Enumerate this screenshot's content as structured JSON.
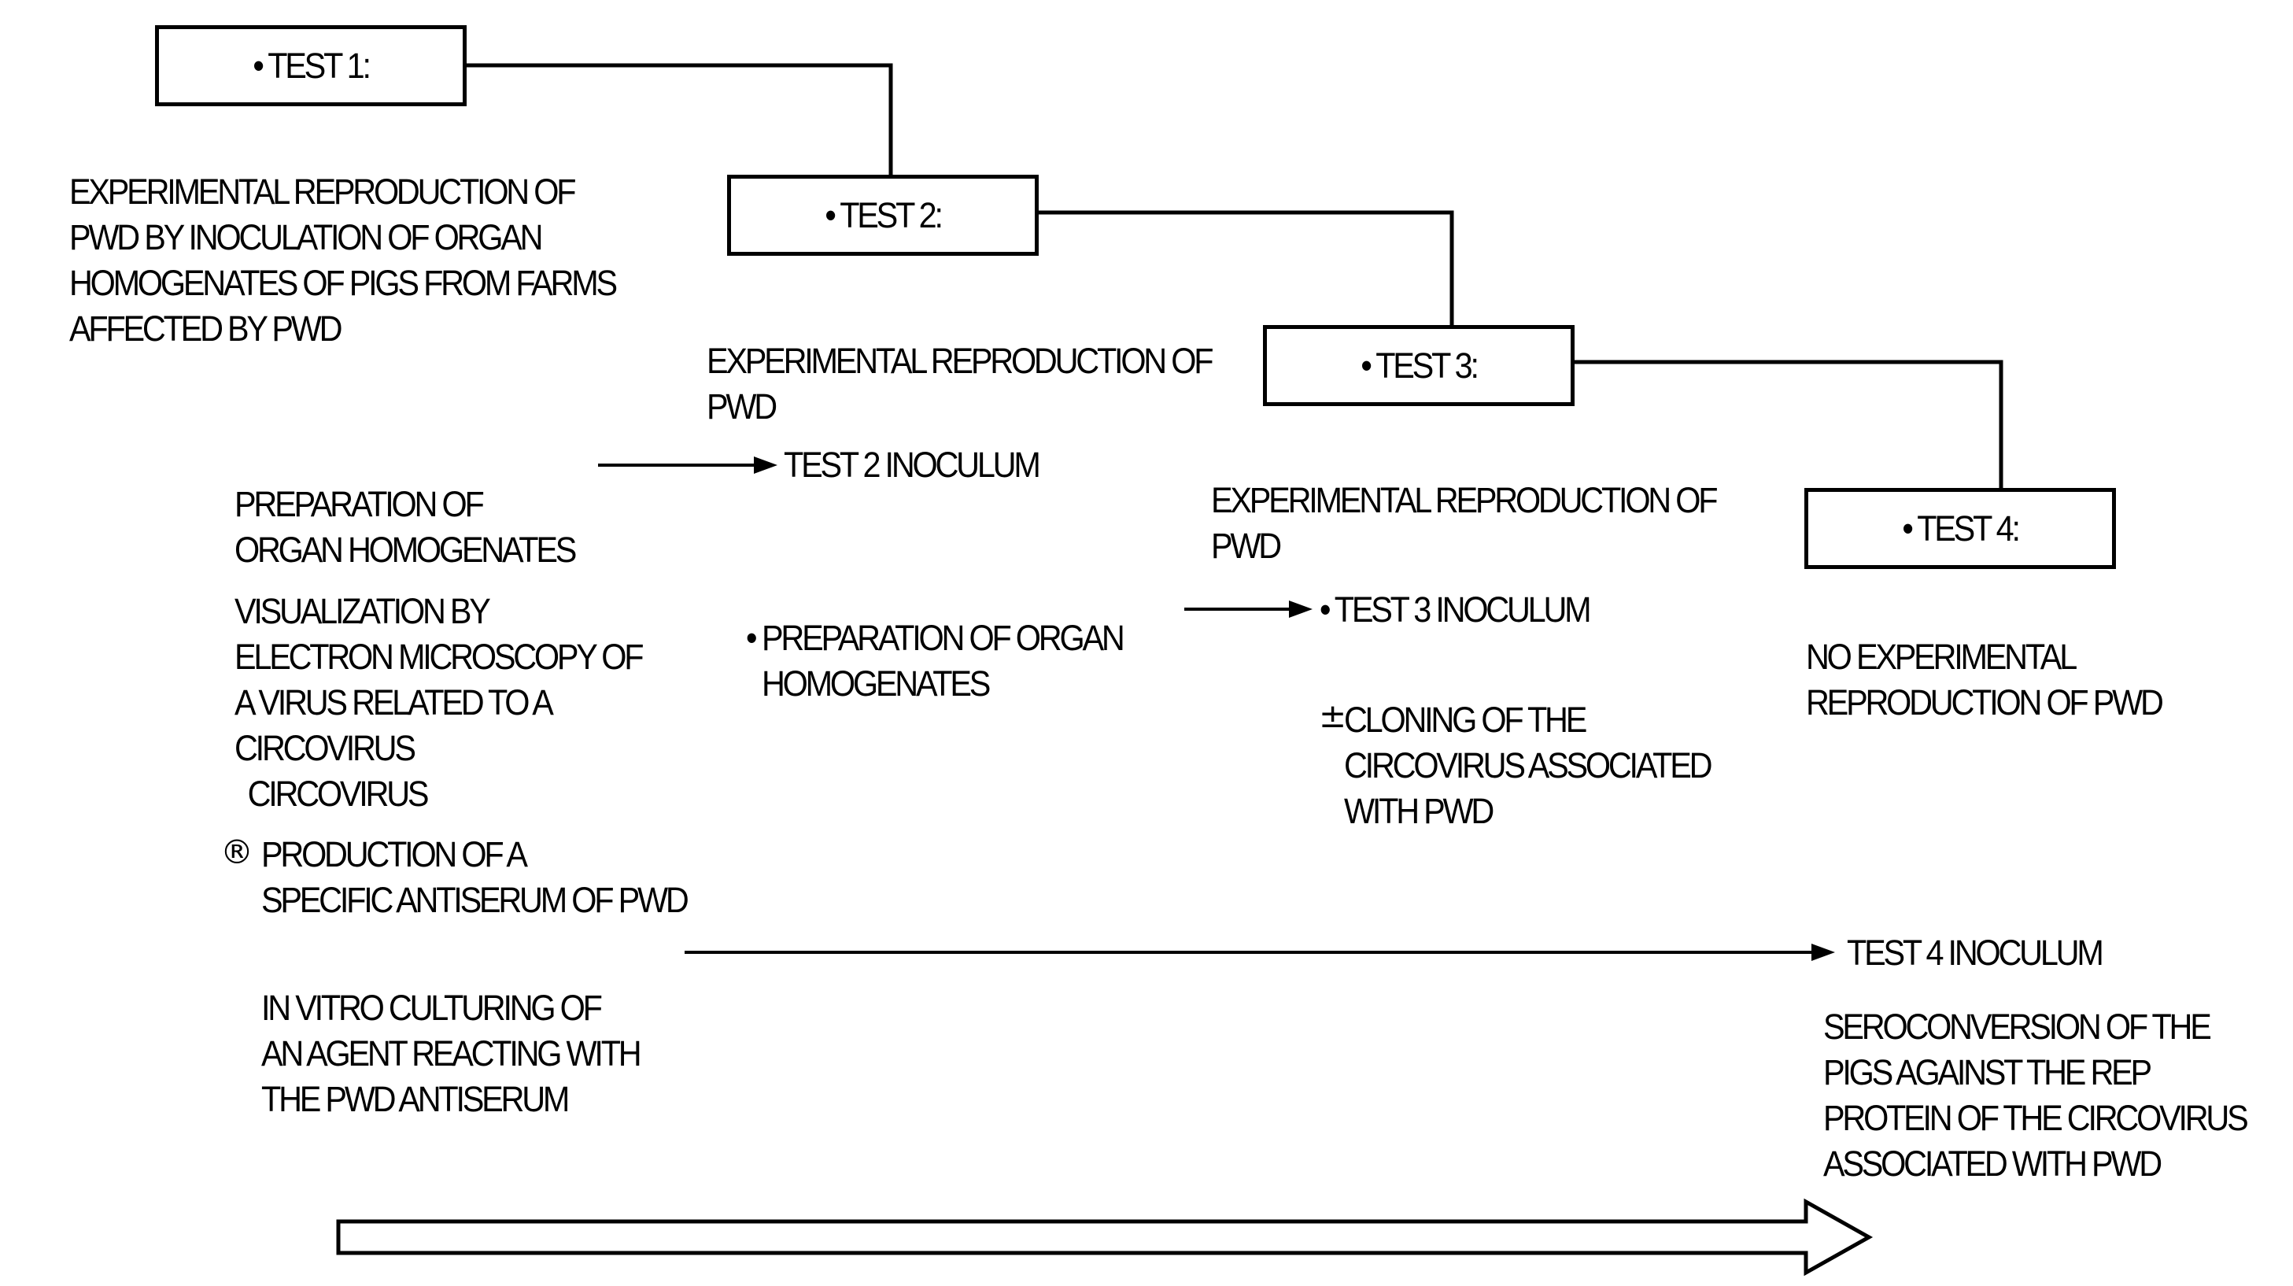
{
  "boxes": {
    "test1": "• TEST 1:",
    "test2": "• TEST 2:",
    "test3": "• TEST 3:",
    "test4": "• TEST 4:"
  },
  "test1": {
    "description": "EXPERIMENTAL REPRODUCTION OF\nPWD BY INOCULATION OF ORGAN\nHOMOGENATES OF PIGS FROM FARMS\nAFFECTED BY PWD",
    "preparation": "PREPARATION OF\nORGAN HOMOGENATES",
    "visualization": "VISUALIZATION BY\nELECTRON MICROSCOPY OF\nA VIRUS RELATED TO A\nCIRCOVIRUS\n  CIRCOVIRUS",
    "production_symbol": "®",
    "production": "PRODUCTION OF A\nSPECIFIC ANTISERUM OF PWD",
    "culturing": "IN VITRO CULTURING OF\nAN AGENT REACTING WITH\nTHE PWD ANTISERUM"
  },
  "test2": {
    "description": "EXPERIMENTAL REPRODUCTION OF\nPWD",
    "inoculum": "TEST 2 INOCULUM",
    "preparation_bullet": "•",
    "preparation": "PREPARATION OF ORGAN\nHOMOGENATES"
  },
  "test3": {
    "description": "EXPERIMENTAL REPRODUCTION OF\nPWD",
    "inoculum": "• TEST 3 INOCULUM",
    "cloning_symbol": "±",
    "cloning": "CLONING OF THE\nCIRCOVIRUS ASSOCIATED\nWITH PWD"
  },
  "test4": {
    "description": "NO EXPERIMENTAL\nREPRODUCTION OF PWD",
    "inoculum": "TEST 4 INOCULUM",
    "seroconversion": "SEROCONVERSION OF THE\nPIGS AGAINST THE REP\nPROTEIN OF THE CIRCOVIRUS\nASSOCIATED WITH PWD"
  }
}
